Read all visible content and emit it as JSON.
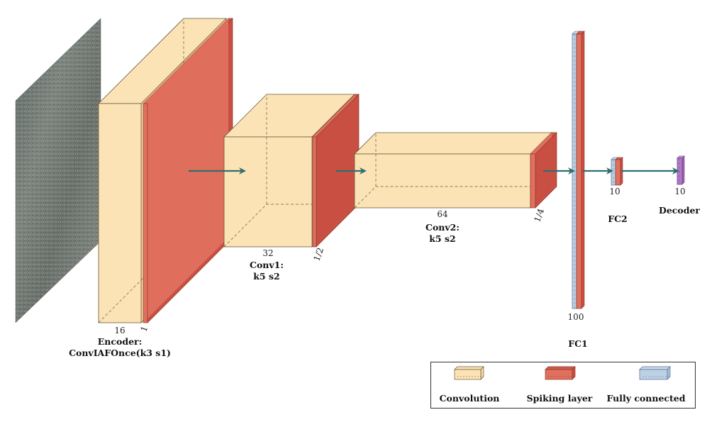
{
  "colors": {
    "conv_face": "#fbe3b5",
    "conv_edge": "#6b5a3a",
    "spike_face": "#e0705e",
    "spike_top": "#d25a4a",
    "fc_face": "#bcd0e6",
    "fc_edge": "#5a6f8a",
    "decoder_face": "#b27ac7",
    "arrow": "#2f6f6f"
  },
  "layers": {
    "encoder": {
      "width_label": "16",
      "depth_label": "1",
      "name": "Encoder:",
      "params": "ConvIAFOnce(k3 s1)"
    },
    "conv1": {
      "width_label": "32",
      "depth_label": "1/2",
      "name": "Conv1:",
      "params": "k5 s2"
    },
    "conv2": {
      "width_label": "64",
      "depth_label": "1/4",
      "name": "Conv2:",
      "params": "k5 s2"
    },
    "fc1": {
      "size_label": "100",
      "name": "FC1"
    },
    "fc2": {
      "size_label": "10",
      "name": "FC2"
    },
    "decoder": {
      "size_label": "10",
      "name": "Decoder"
    }
  },
  "legend": {
    "convolution": "Convolution",
    "spiking": "Spiking layer",
    "fully_connected": "Fully connected"
  }
}
